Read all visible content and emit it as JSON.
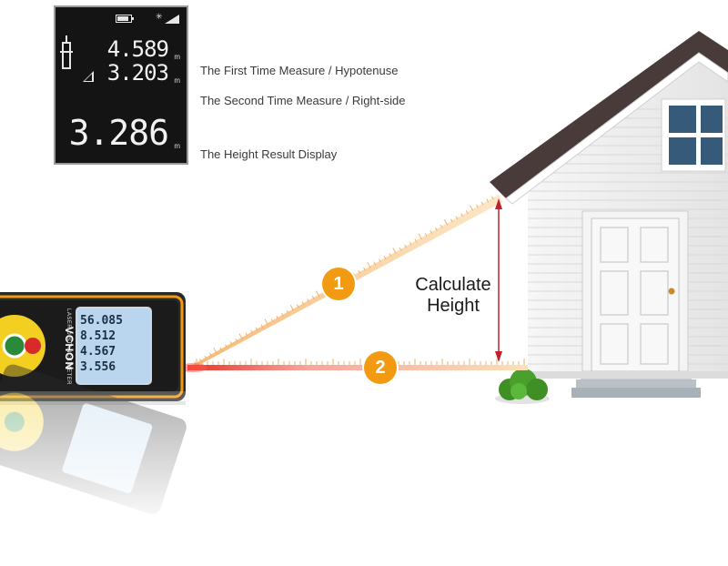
{
  "display": {
    "first_value": "4.589",
    "second_value": "3.203",
    "result_value": "3.286",
    "unit": "m"
  },
  "descriptions": {
    "first": "The First Time Measure / Hypotenuse",
    "second": "The Second Time Measure / Right-side",
    "result": "The Height Result Display"
  },
  "callout": {
    "line1": "Calculate",
    "line2": "Height"
  },
  "badges": {
    "one": "1",
    "two": "2"
  },
  "device": {
    "brand": "VCHON",
    "label": "LASER DISTANCE METER",
    "screen_values": [
      "56.085",
      "8.512",
      "4.567",
      "3.556"
    ]
  },
  "colors": {
    "accent_orange": "#f29a12",
    "laser_red": "#e8322a",
    "beam_tint": "#f7cc8a",
    "roof": "#4a3b3b",
    "siding": "#efefef",
    "window": "#365a7a",
    "bush": "#4aa02c"
  }
}
